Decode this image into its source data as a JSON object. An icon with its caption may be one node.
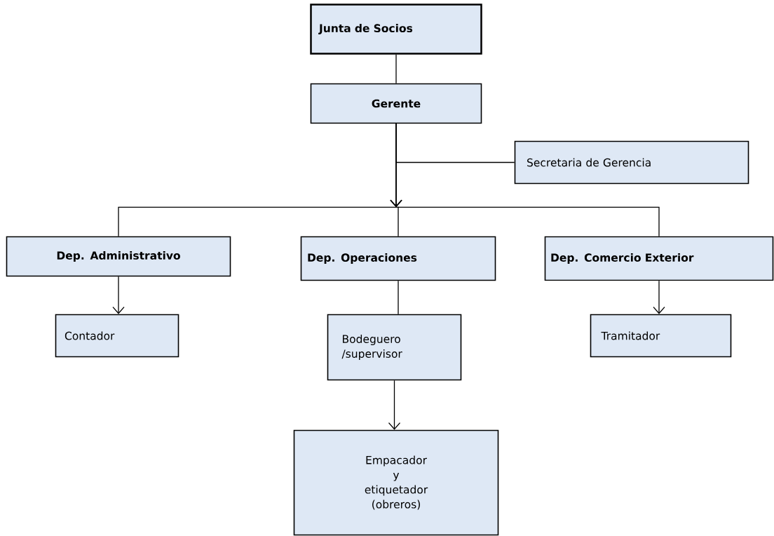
{
  "diagram": {
    "nodes": [
      {
        "text": [
          "Junta de Socios"
        ]
      },
      {
        "text": [
          "Gerente"
        ]
      },
      {
        "text": [
          "Secretaria de Gerencia"
        ]
      },
      {
        "text": [
          "Dep. Administrativo"
        ]
      },
      {
        "text": [
          "Dep. Operaciones"
        ]
      },
      {
        "text": [
          "Dep. Comercio Exterior"
        ]
      },
      {
        "text": [
          "Contador"
        ]
      },
      {
        "text": [
          "Bodeguero /supervisor"
        ]
      },
      {
        "text": [
          "Empacador y etiquetador (obreros)"
        ]
      },
      {
        "text": [
          "Tramitador"
        ]
      }
    ],
    "edges": [
      {
        "from": 0,
        "to": 1,
        "arrow": "none"
      },
      {
        "from": 1,
        "to": 2,
        "arrow": "none"
      },
      {
        "from": 1,
        "to": 3,
        "arrow": "to"
      },
      {
        "from": 1,
        "to": 4,
        "arrow": "to"
      },
      {
        "from": 1,
        "to": 5,
        "arrow": "to"
      },
      {
        "from": 3,
        "to": 6,
        "arrow": "to"
      },
      {
        "from": 4,
        "to": 7,
        "arrow": "none"
      },
      {
        "from": 5,
        "to": 9,
        "arrow": "to"
      },
      {
        "from": 7,
        "to": 8,
        "arrow": "to"
      }
    ]
  }
}
